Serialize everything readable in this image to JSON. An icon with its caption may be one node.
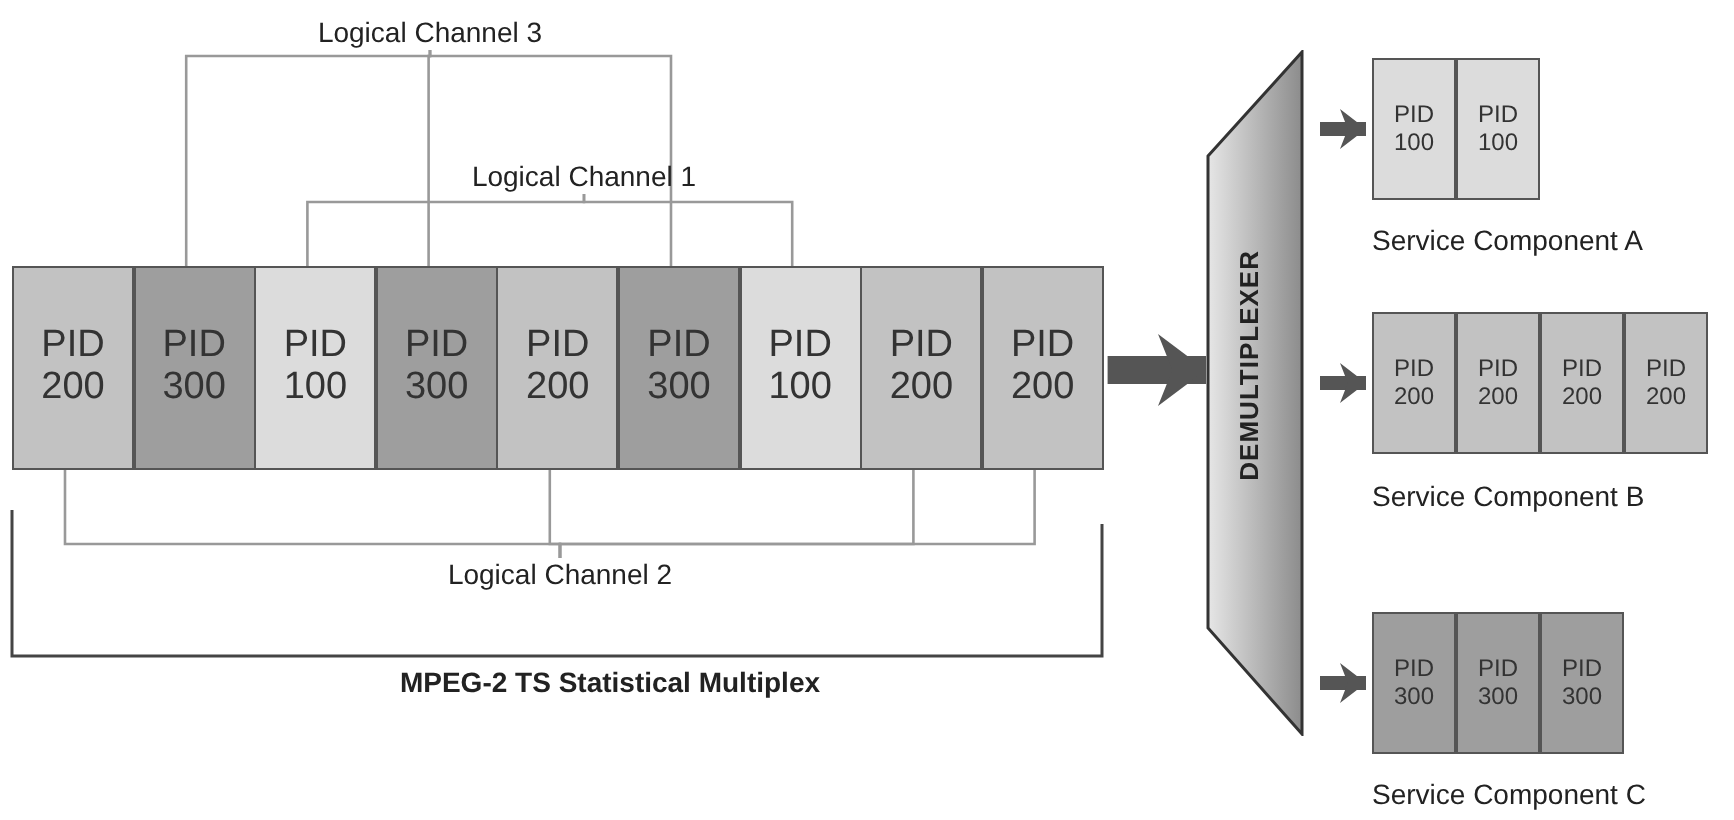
{
  "diagram": {
    "nodes": [
      {
        "text": [
          "Logical Channel 3"
        ]
      },
      {
        "text": [
          "Logical Channel 1"
        ]
      },
      {
        "text": [
          "PID 200"
        ]
      },
      {
        "text": [
          "PID 300"
        ]
      },
      {
        "text": [
          "PID 100"
        ]
      },
      {
        "text": [
          "PID 300"
        ]
      },
      {
        "text": [
          "PID 200"
        ]
      },
      {
        "text": [
          "PID 300"
        ]
      },
      {
        "text": [
          "PID 100"
        ]
      },
      {
        "text": [
          "PID 200"
        ]
      },
      {
        "text": [
          "PID 200"
        ]
      },
      {
        "text": [
          "Logical Channel 2"
        ]
      },
      {
        "text": [
          "DEMULTIPLEXER"
        ]
      },
      {
        "text": [
          "Service Component A"
        ]
      },
      {
        "text": [
          "PID 100"
        ],
        "in": 13
      },
      {
        "text": [
          "PID 100"
        ],
        "in": 13
      },
      {
        "text": [
          "Service Component B"
        ]
      },
      {
        "text": [
          "PID 200"
        ],
        "in": 16
      },
      {
        "text": [
          "PID 200"
        ],
        "in": 16
      },
      {
        "text": [
          "PID 200"
        ],
        "in": 16
      },
      {
        "text": [
          "PID 200"
        ],
        "in": 16
      },
      {
        "text": [
          "Service Component C"
        ]
      },
      {
        "text": [
          "PID 300"
        ],
        "in": 21
      },
      {
        "text": [
          "PID 300"
        ],
        "in": 21
      },
      {
        "text": [
          "PID 300"
        ],
        "in": 21
      }
    ],
    "edges": [
      {
        "from": 0,
        "to": 3,
        "arrow": "none"
      },
      {
        "from": 0,
        "to": 5,
        "arrow": "none"
      },
      {
        "from": 0,
        "to": 7,
        "arrow": "none"
      },
      {
        "from": 1,
        "to": 4,
        "arrow": "none"
      },
      {
        "from": 1,
        "to": 8,
        "arrow": "none"
      },
      {
        "from": 11,
        "to": 2,
        "arrow": "none"
      },
      {
        "from": 11,
        "to": 6,
        "arrow": "none"
      },
      {
        "from": 11,
        "to": 9,
        "arrow": "none"
      },
      {
        "from": 11,
        "to": 10,
        "arrow": "none"
      },
      {
        "from": 10,
        "to": 12,
        "arrow": "to",
        "style": "thick"
      },
      {
        "from": 12,
        "to": 13,
        "arrow": "to",
        "style": "thick"
      },
      {
        "from": 12,
        "to": 16,
        "arrow": "to",
        "style": "thick"
      },
      {
        "from": 12,
        "to": 21,
        "arrow": "to",
        "style": "thick"
      }
    ],
    "labels": [
      "MPEG-2 TS Statistical Multiplex"
    ]
  }
}
